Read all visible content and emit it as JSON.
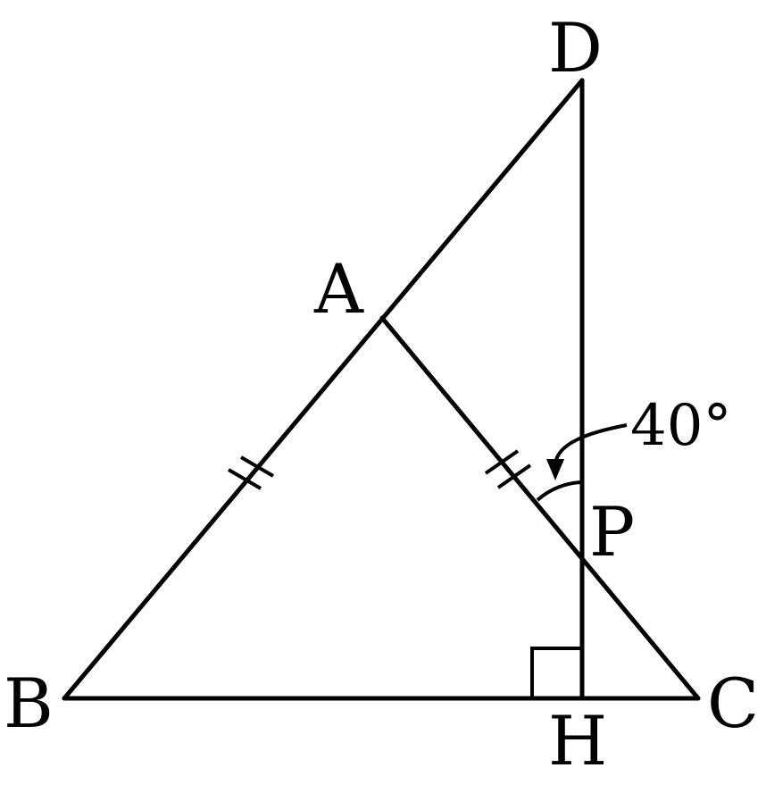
{
  "points": {
    "A": "A",
    "B": "B",
    "C": "C",
    "D": "D",
    "H": "H",
    "P": "P"
  },
  "angle": {
    "value": "40°"
  },
  "colors": {
    "stroke": "#000000",
    "background": "#ffffff"
  }
}
